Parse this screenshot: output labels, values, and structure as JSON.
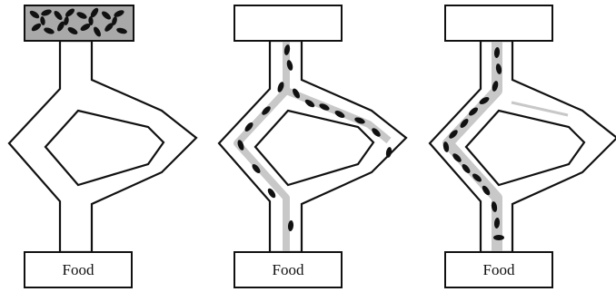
{
  "panels": [
    {
      "food_label": "Food",
      "nest_has_ants": true,
      "trail": "none"
    },
    {
      "food_label": "Food",
      "nest_has_ants": false,
      "trail": "both-branches"
    },
    {
      "food_label": "Food",
      "nest_has_ants": false,
      "trail": "left-branch"
    }
  ],
  "colors": {
    "outline": "#111111",
    "path_fill": "#ffffff",
    "nest_fill": "#a9a9a9",
    "pheromone": "#c8c8c8",
    "ant": "#111111"
  }
}
